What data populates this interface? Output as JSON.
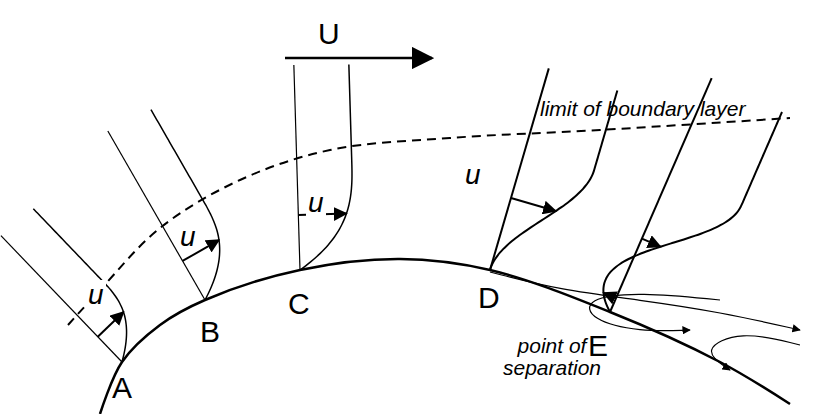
{
  "diagram": {
    "labels": [
      "U",
      "u",
      "u",
      "u",
      "u",
      "limit of boundary layer",
      "A",
      "B",
      "C",
      "D",
      "E",
      "point of separation"
    ]
  }
}
